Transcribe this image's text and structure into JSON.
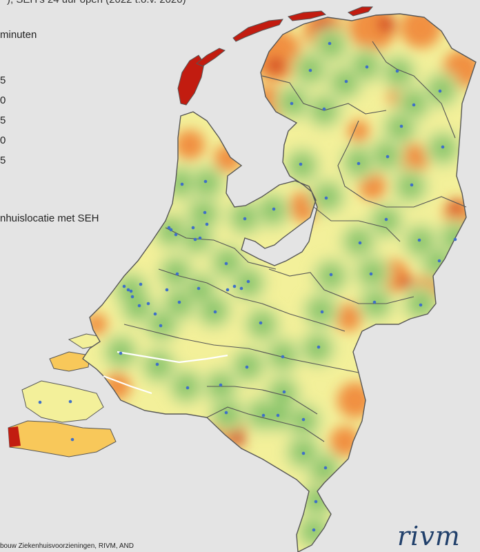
{
  "header": {
    "title_fragment": "), SEH’s 24 uur open (2022 t.o.v. 2020)"
  },
  "legend": {
    "unit_label": "minuten",
    "value_labels": [
      "5",
      "0",
      "5",
      "0",
      "5"
    ],
    "marker_label": "nhuislocatie met SEH",
    "colors": [
      "#8bc66b",
      "#c4dd8e",
      "#f3f09a",
      "#f8c85a",
      "#f08a3c",
      "#c21c10"
    ],
    "marker_color": "#3f6fc7",
    "border_color": "#555555"
  },
  "footer": {
    "source": "bouw Ziekenhuisvoorzieningen, RIVM, AND",
    "logo": "rivm"
  }
}
